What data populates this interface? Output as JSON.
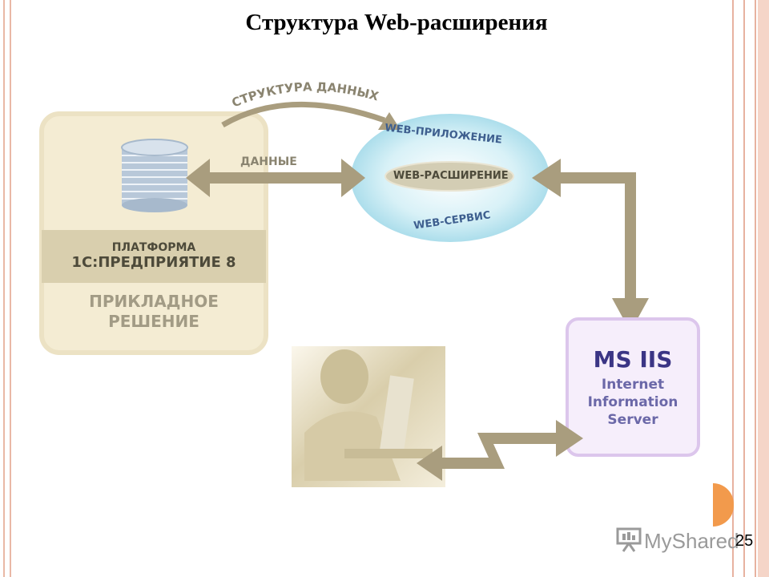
{
  "title": "Структура Web-расширения",
  "labels": {
    "data_structure": "СТРУКТУРА ДАННЫХ",
    "data": "ДАННЫЕ",
    "web_app": "WEB-ПРИЛОЖЕНИЕ",
    "web_ext": "WEB-РАСШИРЕНИЕ",
    "web_service": "WEB-СЕРВИС"
  },
  "platform": {
    "line1": "ПЛАТФОРМА",
    "line2": "1С:ПРЕДПРИЯТИЕ 8"
  },
  "applied": {
    "line1": "ПРИКЛАДНОЕ",
    "line2": "РЕШЕНИЕ"
  },
  "iis": {
    "title": "MS IIS",
    "line1": "Internet",
    "line2": "Information",
    "line3": "Server"
  },
  "watermark": "MyShared",
  "page_number": "25",
  "colors": {
    "arrow": "#a99d7e",
    "panel_bg": "#f4ecd3",
    "panel_band": "#d9cfae",
    "iis_bg": "#f6eefb",
    "iis_border": "#dcc6ec",
    "ellipse": "#c9ecf4",
    "frame": "#e7b2a0",
    "accent": "#f29a4c"
  }
}
